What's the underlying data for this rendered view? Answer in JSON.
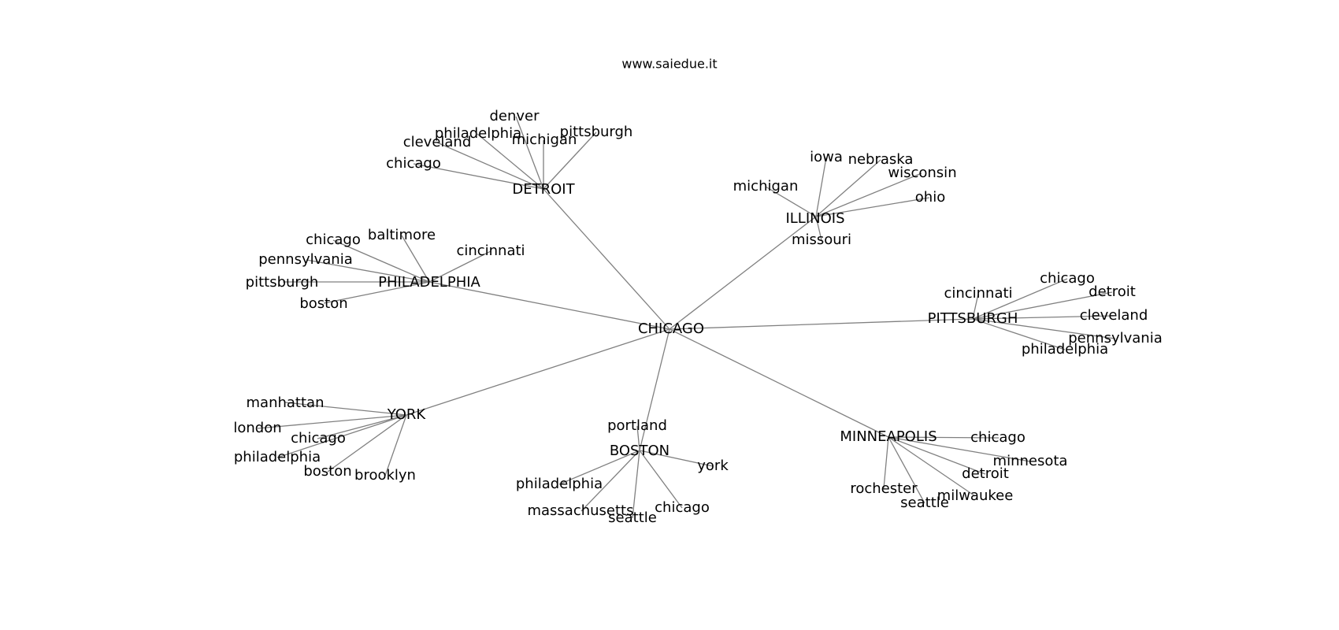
{
  "title": "www.saiedue.it",
  "colors": {
    "edge": "#808080",
    "text": "#000000",
    "background": "#ffffff"
  },
  "root": "CHICAGO",
  "hubs": [
    {
      "label": "DETROIT",
      "children": [
        "denver",
        "philadelphia",
        "michigan",
        "pittsburgh",
        "cleveland",
        "chicago"
      ]
    },
    {
      "label": "ILLINOIS",
      "children": [
        "iowa",
        "nebraska",
        "wisconsin",
        "michigan",
        "ohio",
        "missouri"
      ]
    },
    {
      "label": "PHILADELPHIA",
      "children": [
        "chicago",
        "baltimore",
        "cincinnati",
        "pennsylvania",
        "pittsburgh",
        "boston"
      ]
    },
    {
      "label": "PITTSBURGH",
      "children": [
        "chicago",
        "cincinnati",
        "detroit",
        "cleveland",
        "pennsylvania",
        "philadelphia"
      ]
    },
    {
      "label": "YORK",
      "children": [
        "manhattan",
        "london",
        "chicago",
        "philadelphia",
        "boston",
        "brooklyn"
      ]
    },
    {
      "label": "BOSTON",
      "children": [
        "portland",
        "york",
        "philadelphia",
        "massachusetts",
        "seattle",
        "chicago"
      ]
    },
    {
      "label": "MINNEAPOLIS",
      "children": [
        "chicago",
        "minnesota",
        "detroit",
        "rochester",
        "milwaukee",
        "seattle"
      ]
    }
  ]
}
